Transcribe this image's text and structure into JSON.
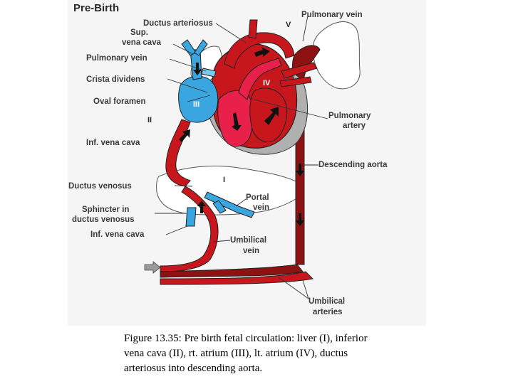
{
  "diagram": {
    "title": "Pre-Birth",
    "labels": {
      "ductus_arteriosus": "Ductus arteriosus",
      "sup_vena_cava_1": "Sup.",
      "sup_vena_cava_2": "vena cava",
      "pulmonary_vein_left": "Pulmonary vein",
      "crista_dividens": "Crista dividens",
      "oval_foramen": "Oval foramen",
      "inf_vena_cava_upper": "Inf. vena cava",
      "ductus_venosus": "Ductus venosus",
      "sphincter_1": "Sphincter in",
      "sphincter_2": "ductus venosus",
      "inf_vena_cava_lower": "Inf. vena cava",
      "pulmonary_vein_right": "Pulmonary vein",
      "pulmonary_artery_1": "Pulmonary",
      "pulmonary_artery_2": "artery",
      "descending_aorta": "Descending aorta",
      "portal_vein_1": "Portal",
      "portal_vein_2": "vein",
      "umbilical_vein_1": "Umbilical",
      "umbilical_vein_2": "vein",
      "umbilical_arteries_1": "Umbilical",
      "umbilical_arteries_2": "arteries"
    },
    "roman": {
      "i": "I",
      "ii": "II",
      "iii": "III",
      "iv": "IV",
      "v": "V"
    }
  },
  "caption": {
    "line1": "Figure 13.35: Pre birth fetal circulation: liver (I), inferior",
    "line2": "vena cava (II), rt. atrium (III), lt. atrium (IV), ductus",
    "line3": "arteriosus into descending aorta."
  },
  "colors": {
    "oxygenated": "#c8161d",
    "dark_red": "#8e1212",
    "pink": "#e8204a",
    "deoxygenated": "#3aa6e0",
    "light_blue": "#7cc8ee",
    "outline": "#222222",
    "heart_shadow": "#b0b0b0"
  }
}
